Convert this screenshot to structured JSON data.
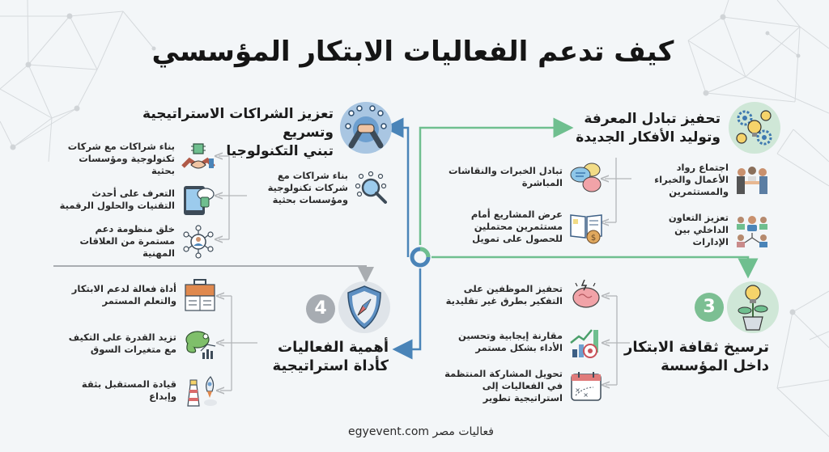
{
  "title": "كيف تدعم الفعاليات الابتكار المؤسسي",
  "colors": {
    "blue": "#4a84b8",
    "green": "#6fbf8f",
    "gray": "#9e9e9e",
    "badge_green": "#7cbf93",
    "badge_gray": "#a7acb2",
    "background": "#f3f6f8"
  },
  "sections": {
    "knowledge": {
      "title_line1": "تحفيز تبادل المعرفة",
      "title_line2": "وتوليد الأفكار الجديدة",
      "icon": "lightbulbs-gears-icon",
      "right_items": [
        {
          "text": "اجتماع رواد الأعمال والخبراء والمستثمرين",
          "icon": "business-handshake-icon"
        },
        {
          "text": "تعزيز التعاون الداخلي بين الإدارات",
          "icon": "team-network-icon"
        }
      ],
      "left_items": [
        {
          "text": "تبادل الخبرات والنقاشات المباشرة",
          "icon": "chat-brain-icon"
        },
        {
          "text": "عرض المشاريع أمام مستثمرين محتملين للحصول على تمويل",
          "icon": "book-money-bag-icon"
        }
      ]
    },
    "partnerships": {
      "title_line1": "تعزيز الشراكات الاستراتيجية وتسريع",
      "title_line2": "تبني التكنولوجيا",
      "icon": "handshake-network-icon",
      "center_item": {
        "text": "بناء شراكات مع شركات تكنولوجية ومؤسسات بحثية",
        "icon": "magnifier-network-icon"
      },
      "left_items": [
        {
          "text": "بناء شراكات مع شركات تكنولوجية ومؤسسات بحثية",
          "icon": "chip-handshake-icon"
        },
        {
          "text": "التعرف على أحدث التقنيات والحلول الرقمية",
          "icon": "tablet-cloud-icon"
        },
        {
          "text": "خلق منظومة دعم مستمرة من العلاقات المهنية",
          "icon": "user-network-icon"
        }
      ]
    },
    "culture": {
      "number": "3",
      "title_line1": "ترسيخ ثقافة الابتكار",
      "title_line2": "داخل المؤسسة",
      "icon": "lightbulb-plant-icon",
      "items": [
        {
          "text": "تحفيز الموظفين على التفكير بطرق غير تقليدية",
          "icon": "brain-spark-icon"
        },
        {
          "text": "مقارنة إيجابية وتحسين الأداء بشكل مستمر",
          "icon": "growth-chart-target-icon"
        },
        {
          "text": "تحويل المشاركة المنتظمة في الفعاليات إلى استراتيجية تطوير",
          "icon": "calendar-strategy-icon"
        }
      ]
    },
    "strategic": {
      "number": "4",
      "title_line1": "أهمية الفعاليات",
      "title_line2": "كأداة استراتيجية",
      "icon": "shield-compass-icon",
      "items": [
        {
          "text": "أداة فعالة لدعم الابتكار والتعلم المستمر",
          "icon": "toolbox-book-icon"
        },
        {
          "text": "تزيد القدرة على التكيف مع متغيرات السوق",
          "icon": "chameleon-chart-icon"
        },
        {
          "text": "قيادة المستقبل بثقة وإبداع",
          "icon": "lighthouse-rocket-icon"
        }
      ]
    }
  },
  "footer": {
    "brand_ar": "فعاليات مصر",
    "domain": "egyevent.com"
  }
}
